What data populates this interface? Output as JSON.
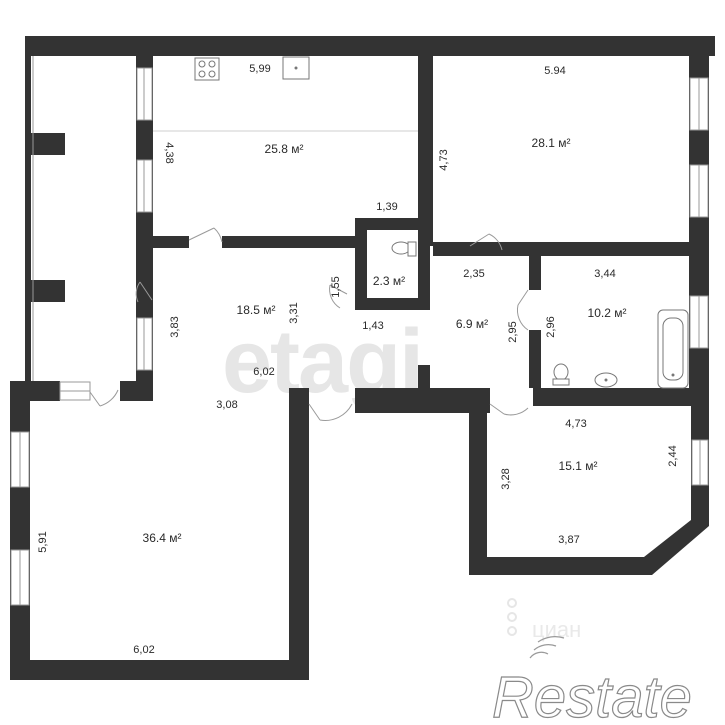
{
  "rooms": [
    {
      "id": "kitchen",
      "area": "25.8 м²",
      "dims": [
        "5,99",
        "4,38",
        "1,39"
      ]
    },
    {
      "id": "room-ne",
      "area": "28.1 м²",
      "dims": [
        "5.94",
        "4,73"
      ]
    },
    {
      "id": "wc",
      "area": "2.3 м²",
      "dims": [
        "1,55"
      ]
    },
    {
      "id": "hall",
      "area": "18.5 м²",
      "dims": [
        "3,83",
        "3,31",
        "1,43",
        "6,02",
        "3,08"
      ]
    },
    {
      "id": "corridor",
      "area": "6.9 м²",
      "dims": [
        "2,35",
        "2,95"
      ]
    },
    {
      "id": "bath",
      "area": "10.2 м²",
      "dims": [
        "3,44",
        "2,96"
      ]
    },
    {
      "id": "room-se",
      "area": "15.1 м²",
      "dims": [
        "4,73",
        "3,28",
        "2,44",
        "3,87"
      ]
    },
    {
      "id": "room-sw",
      "area": "36.4 м²",
      "dims": [
        "5,91",
        "6,02"
      ]
    }
  ],
  "watermarks": {
    "etagi": "etagi",
    "cian": "циан",
    "restate": "Restate"
  }
}
